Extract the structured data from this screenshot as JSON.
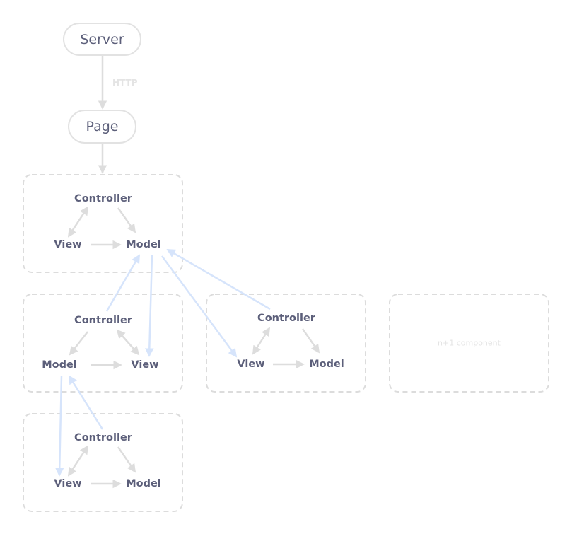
{
  "nodes": {
    "server": "Server",
    "page": "Page"
  },
  "edges": {
    "http_label": "HTTP"
  },
  "component_labels": {
    "controller": "Controller",
    "view": "View",
    "model": "Model"
  },
  "placeholder": {
    "label": "n+1 component"
  },
  "colors": {
    "box_border": "#dcdcdc",
    "node_text": "#5c5f7a",
    "grey_arrow": "#dddddd",
    "blue_arrow": "#d6e4fb",
    "faint_text": "#e4e4e4"
  }
}
